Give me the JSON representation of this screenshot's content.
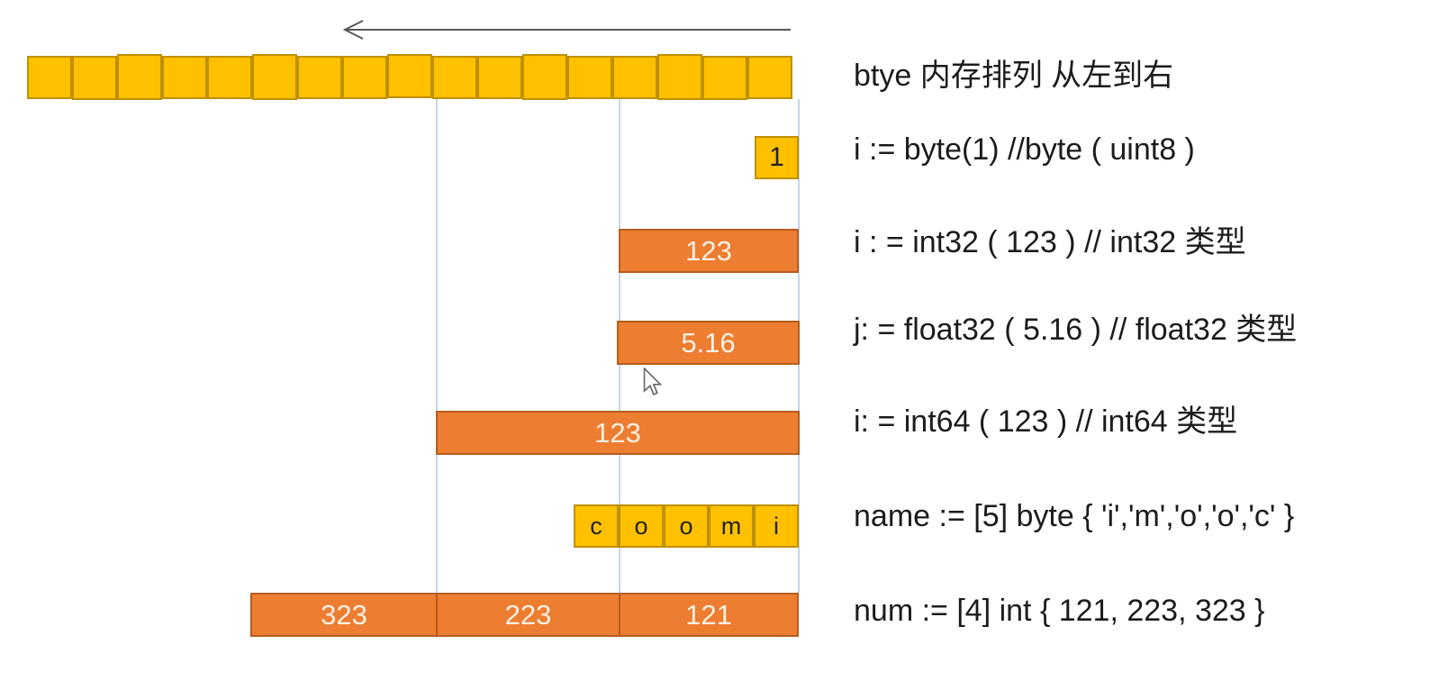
{
  "colors": {
    "gold_fill": "#FFC000",
    "gold_border": "#BF9000",
    "orange_fill": "#ED7D31",
    "orange_border": "#B55E1F",
    "guide_line_blue": "#C3D6EA",
    "arrow_gray": "#595959",
    "bar_text": "#FBF0E2",
    "annotation_text": "#1c1c1c"
  },
  "diagram": {
    "byte_row_cell_count": 17,
    "single_byte_label": "1",
    "int32_bar_label": "123",
    "float32_bar_label": "5.16",
    "int64_bar_label": "123",
    "name_array_cells": [
      "c",
      "o",
      "o",
      "m",
      "i"
    ],
    "num_array_segments": [
      "323",
      "223",
      "121"
    ]
  },
  "annotations": [
    "btye 内存排列 从左到右",
    "i := byte(1)  //byte ( uint8 )",
    "i : = int32 ( 123 )   // int32 类型",
    "j: = float32 ( 5.16 ) // float32 类型",
    "i: = int64 ( 123 )  // int64 类型",
    "name := [5] byte { 'i','m','o','o','c' }",
    "num := [4] int { 121, 223, 323 }"
  ]
}
